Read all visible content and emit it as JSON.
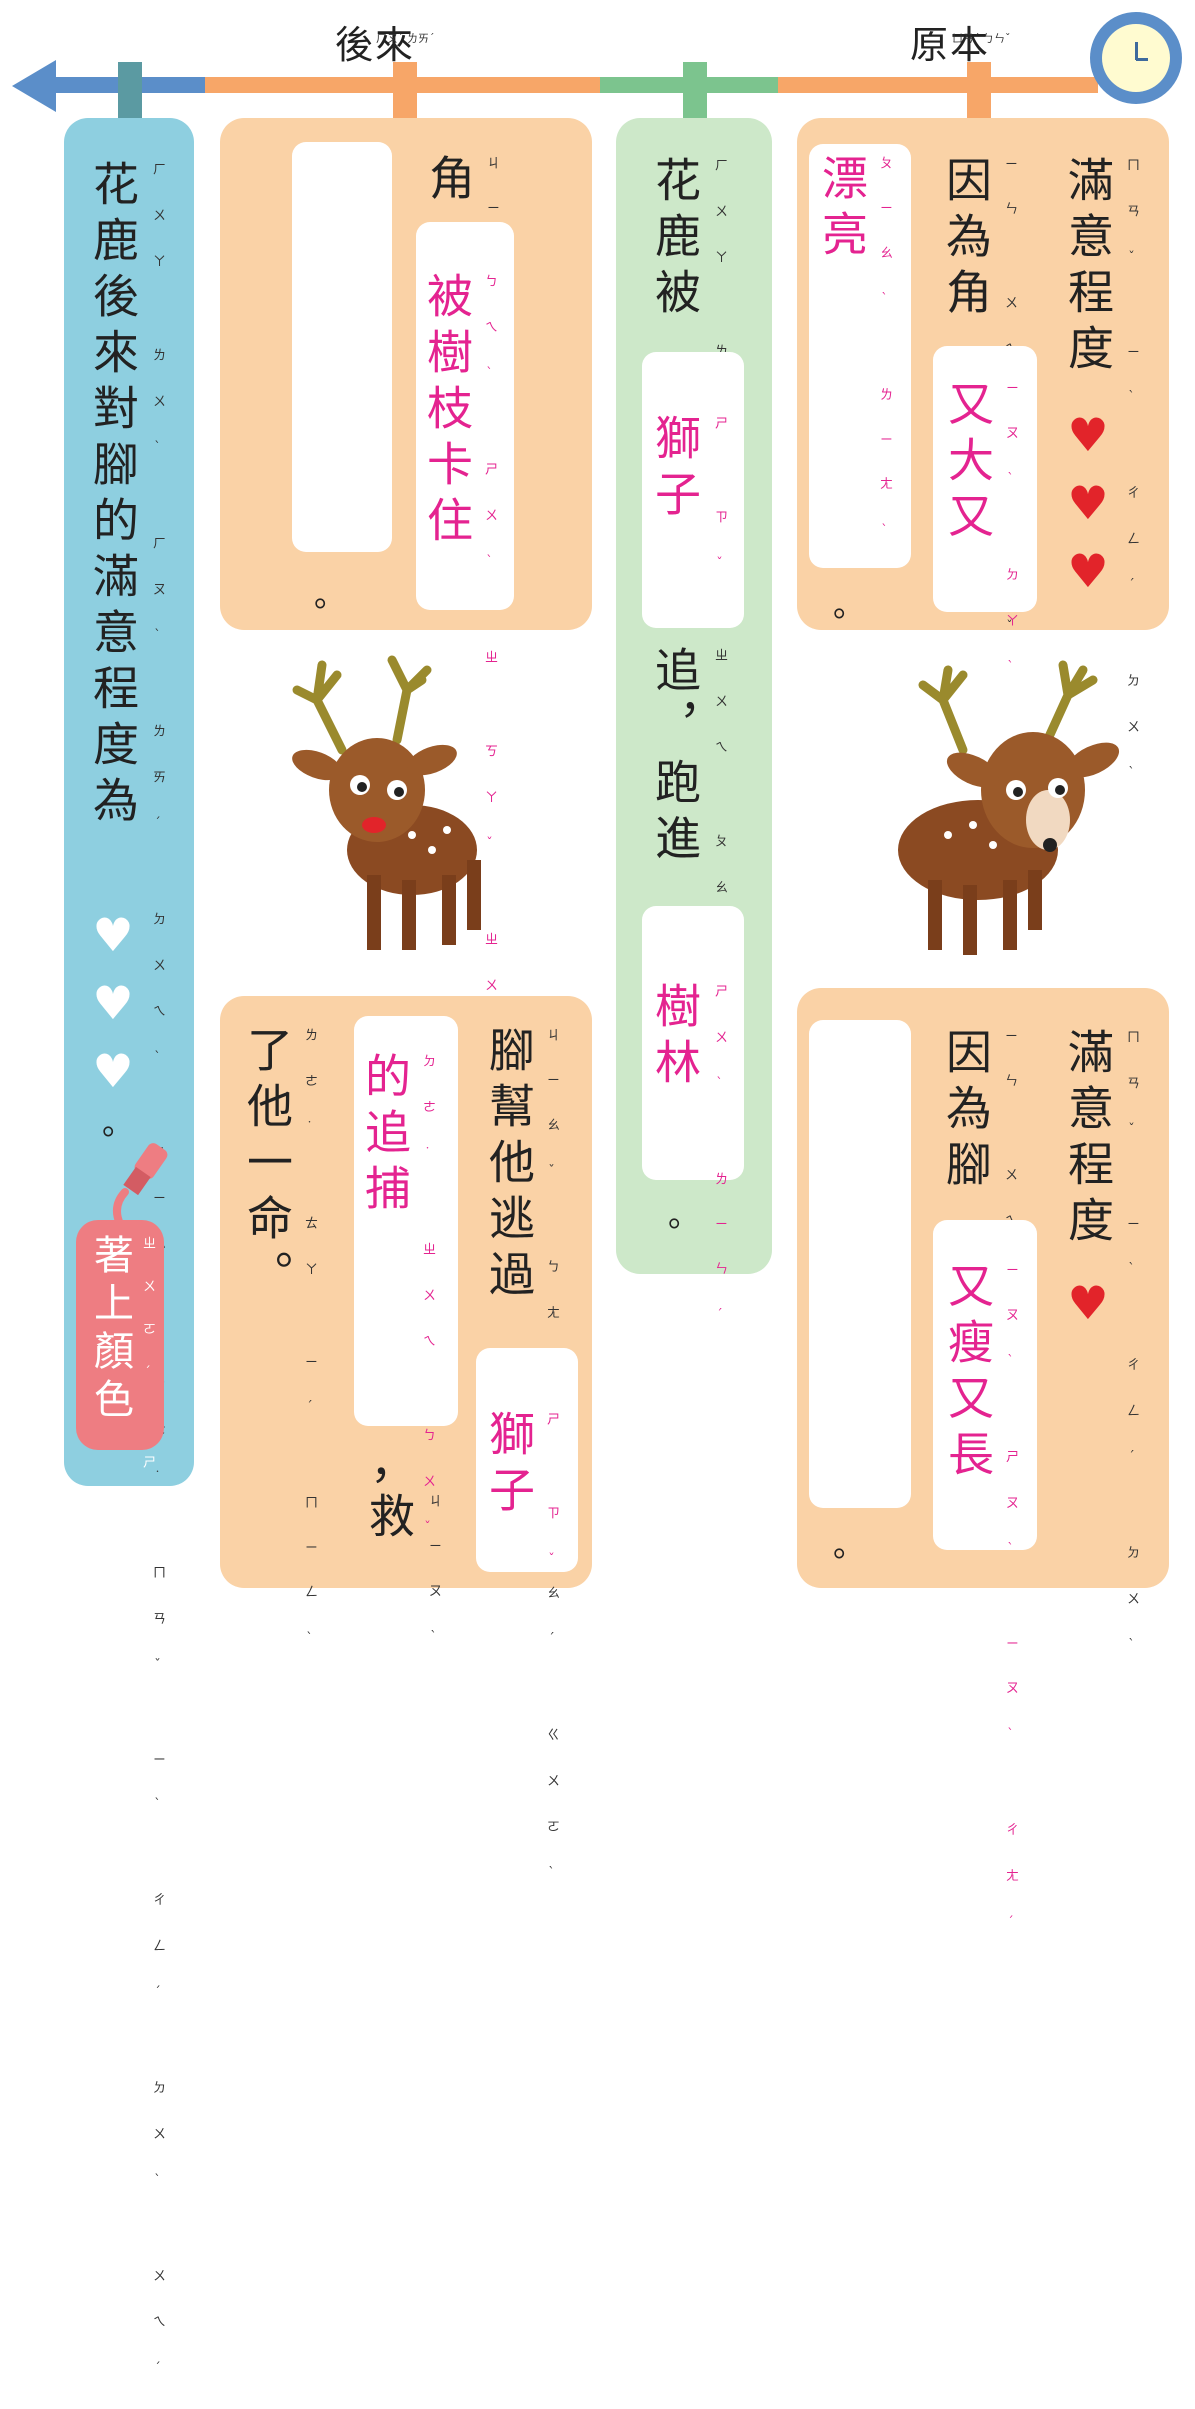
{
  "timeline": {
    "label_later": "後來",
    "label_later_zhuyin": "ㄏㄡˋ ㄌㄞˊ",
    "label_original": "原本",
    "label_original_zhuyin": "ㄩㄢˊ ㄅㄣˇ",
    "arrow_color": "#5b8ec9",
    "colors": {
      "blue": "#5b8ec9",
      "orange": "#f7a668",
      "green": "#7cc48e",
      "teal": "#5b9aa2"
    }
  },
  "original": {
    "top": {
      "satisfaction": "滿意程度",
      "satisfaction_zhuyin": "ㄇㄢˇ ㄧˋ ㄔㄥˊ ㄉㄨˋ",
      "hearts": "♥♥♥",
      "because": "因為角",
      "because_zhuyin": "ㄧㄣ ㄨㄟˋ ㄐㄧㄠˇ",
      "answer": "又大又",
      "answer_zhuyin": "ㄧㄡˋ ㄉㄚˋ ㄧㄡˋ",
      "answer2": "漂亮",
      "answer2_zhuyin": "ㄆㄧㄠˋ ㄌㄧㄤˋ",
      "period": "。"
    },
    "bottom": {
      "satisfaction": "滿意程度",
      "satisfaction_zhuyin": "ㄇㄢˇ ㄧˋ ㄔㄥˊ ㄉㄨˋ",
      "hearts": "♥",
      "because": "因為腳",
      "because_zhuyin": "ㄧㄣ ㄨㄟˋ ㄐㄧㄠˇ",
      "answer": "又瘦又長",
      "answer_zhuyin": "ㄧㄡˋ ㄕㄡˋ ㄧㄡˋ ㄔㄤˊ",
      "period": "。"
    }
  },
  "middle": {
    "line1": "花鹿被",
    "line1_zhuyin": "ㄏㄨㄚ ㄌㄨˋ ㄅㄟˋ",
    "answer1": "獅子",
    "answer1_zhuyin": "ㄕ ㄗˇ",
    "line2": "追，跑進",
    "line2_zhuyin": "ㄓㄨㄟ ㄆㄠˇ ㄐㄧㄣˋ",
    "answer2": "樹林",
    "answer2_zhuyin": "ㄕㄨˋ ㄌㄧㄣˊ",
    "period": "。"
  },
  "later": {
    "top": {
      "horn": "角",
      "horn_zhuyin": "ㄐㄧㄠˇ",
      "answer": "被樹枝卡住",
      "answer_zhuyin": "ㄅㄟˋ ㄕㄨˋ ㄓ ㄎㄚˇ ㄓㄨˋ",
      "period": "。"
    },
    "bottom": {
      "line1": "腳幫他逃過",
      "line1_zhuyin": "ㄐㄧㄠˇ ㄅㄤ ㄊㄚ ㄊㄠˊ ㄍㄨㄛˋ",
      "answer1": "獅子",
      "answer1_zhuyin": "ㄕ ㄗˇ",
      "answer2": "的追捕",
      "answer2_zhuyin": "ㄉㄜ˙ ㄓㄨㄟ ㄅㄨˇ",
      "comma": "，",
      "save": "救",
      "save_zhuyin": "ㄐㄧㄡˋ",
      "line3": "了他一命。",
      "line3_zhuyin": "ㄌㄜ˙ ㄊㄚ ㄧˊ ㄇㄧㄥˋ"
    }
  },
  "summary": {
    "text": "花鹿後來對腳的滿意程度為",
    "text_zhuyin": "ㄏㄨㄚ ㄌㄨˋ ㄏㄡˋ ㄌㄞˊ ㄉㄨㄟˋ ㄐㄧㄠˇ ㄉㄜ˙ ㄇㄢˇ ㄧˋ ㄔㄥˊ ㄉㄨˋ ㄨㄟˊ",
    "hearts": "♥♥♥",
    "period": "。",
    "badge": "著上顏色",
    "badge_zhuyin": "ㄓㄨㄛˊ ㄕㄤˋ ㄧㄢˊ ㄙㄜˋ"
  }
}
